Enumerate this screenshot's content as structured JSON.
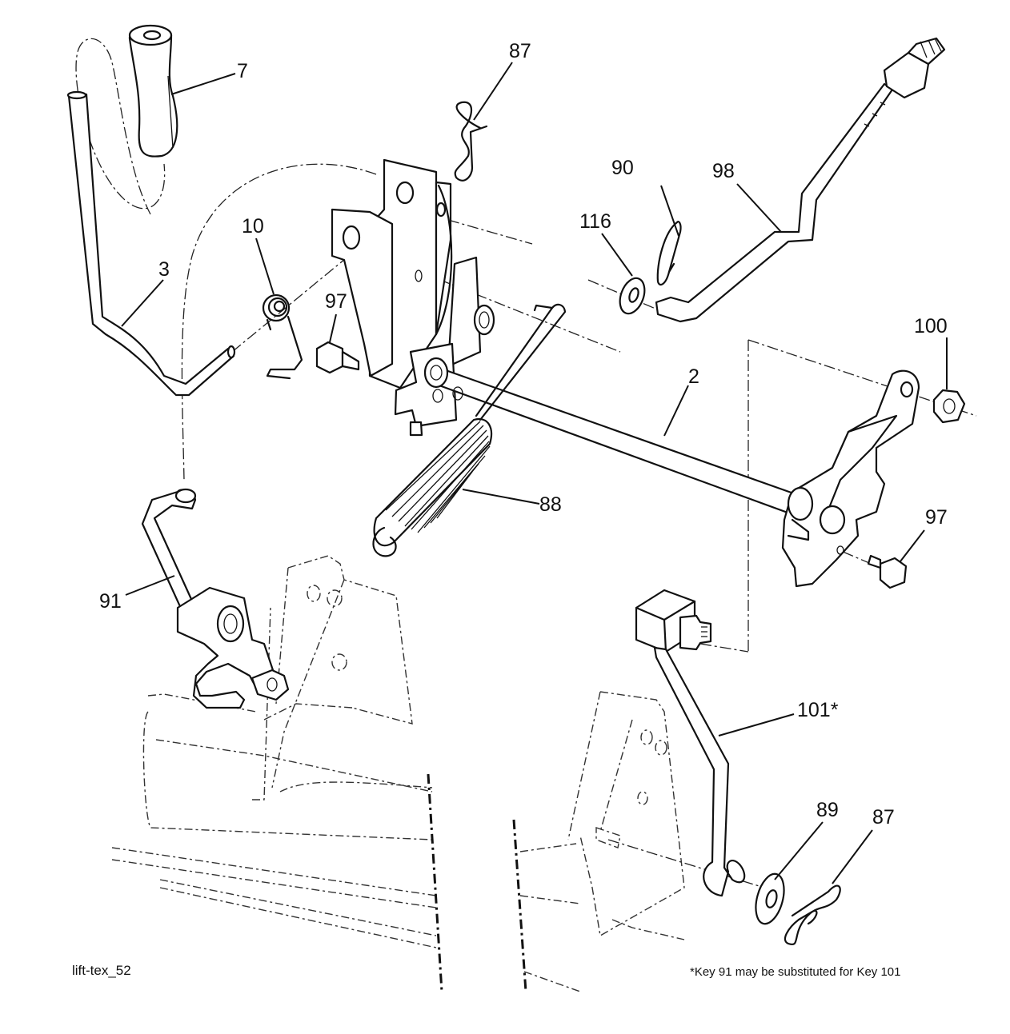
{
  "figure_id": "lift-tex_52",
  "footnote": "*Key 91 may be substituted for Key 101",
  "callouts": {
    "c7": "7",
    "c87_top": "87",
    "c90": "90",
    "c98": "98",
    "c116": "116",
    "c10": "10",
    "c3": "3",
    "c97_left": "97",
    "c100": "100",
    "c2": "2",
    "c88": "88",
    "c97_right": "97",
    "c91": "91",
    "c101": "101*",
    "c89": "89",
    "c87_bottom": "87"
  }
}
